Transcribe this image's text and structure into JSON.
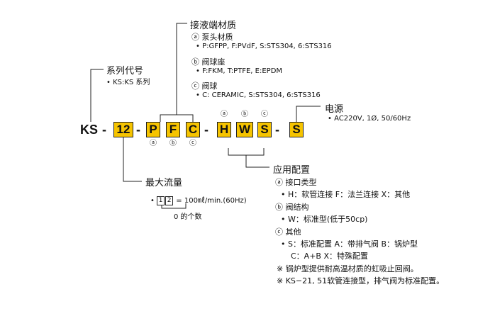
{
  "code": {
    "prefix": "KS",
    "dash1": "-",
    "box1": "12",
    "dash2": "-",
    "box2": "P",
    "box3": "F",
    "box4": "C",
    "dash3": "-",
    "box5": "H",
    "box6": "W",
    "box7": "S",
    "dash4": "-",
    "box8": "S",
    "mark_a": "ⓐ",
    "mark_b": "ⓑ",
    "mark_c": "ⓒ"
  },
  "series": {
    "title": "系列代号",
    "item": "• KS:KS 系列"
  },
  "wetted": {
    "title": "接液端材质",
    "a_title": "ⓐ 泵头材质",
    "a_item": "• P:GFPP, F:PVdF, S:STS304, 6:STS316",
    "b_title": "ⓑ 阀球座",
    "b_item": "• F:FKM, T:PTFE, E:EPDM",
    "c_title": "ⓒ 阀球",
    "c_item": "• C: CERAMIC, S:STS304, 6:STS316"
  },
  "power": {
    "title": "电源",
    "item": "• AC220V, 1Ø, 50/60Hz"
  },
  "flow": {
    "title": "最大流量",
    "bullet": "•",
    "digit1": "1",
    "digit2": "2",
    "formula": "= 100㎖/min.(60Hz)",
    "note": "0 的个数"
  },
  "app": {
    "title": "应用配置",
    "a_title": "ⓐ 接口类型",
    "a_item": "• H：软管连接   F：法兰连接    X：其他",
    "b_title": "ⓑ 阀结构",
    "b_item": "• W：标准型(低于50cp)",
    "c_title": "ⓒ 其他",
    "c_item1": "• S：标准配置     A：带排气阀   B：锅炉型",
    "c_item2": "C：A+B      X：特殊配置",
    "note1": "※  锅炉型提供耐高温材质的虹吸止回阀。",
    "note2": "※  KS−21, 51软管连接型，排气阀为标准配置。"
  }
}
